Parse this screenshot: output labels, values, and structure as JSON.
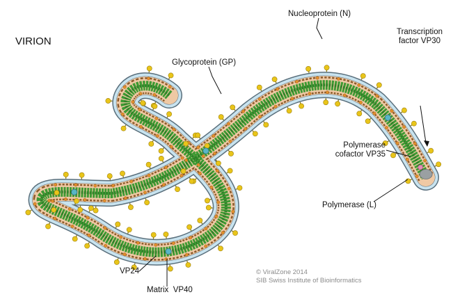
{
  "title": "VIRION",
  "labels": {
    "nucleoprotein": "Nucleoprotein (N)",
    "glycoprotein": "Glycoprotein (GP)",
    "vp30_line1": "Transcription",
    "vp30_line2": "factor VP30",
    "vp35_line1": "Polymerase",
    "vp35_line2": "cofactor VP35",
    "polymerase": "Polymerase (L)",
    "vp24": "VP24",
    "matrix": "Matrix  VP40"
  },
  "credit": {
    "line1": "© ViralZone 2014",
    "line2": "SIB Swiss Institute of Bioinformatics"
  },
  "colors": {
    "envelope_fill": "#c8e3ef",
    "envelope_stroke": "#5a6f7c",
    "matrix_fill": "#efc9a4",
    "matrix_beads": "#8b5a2b",
    "nucleocapsid": "#3e9a33",
    "glycoprotein": "#e9c51a",
    "vp24_dots": "#e38f2c",
    "polymerase": "#9aa0a2",
    "vp30": "#58b6c6",
    "vp35": "#e38bb7"
  }
}
